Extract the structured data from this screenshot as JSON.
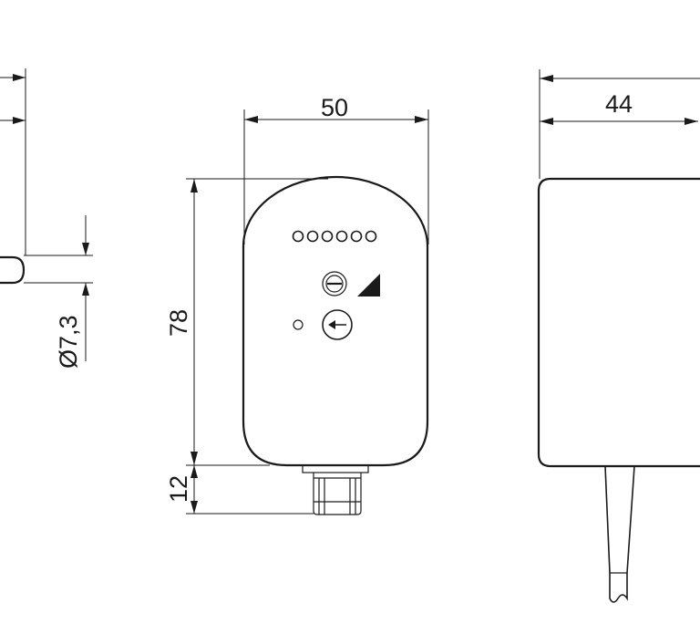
{
  "dimensions": {
    "width_front": "50",
    "height_body": "78",
    "height_connector": "12",
    "diameter_pipe": "Ø7,3",
    "width_side": "44"
  },
  "indicators": {
    "led_count": 6
  }
}
